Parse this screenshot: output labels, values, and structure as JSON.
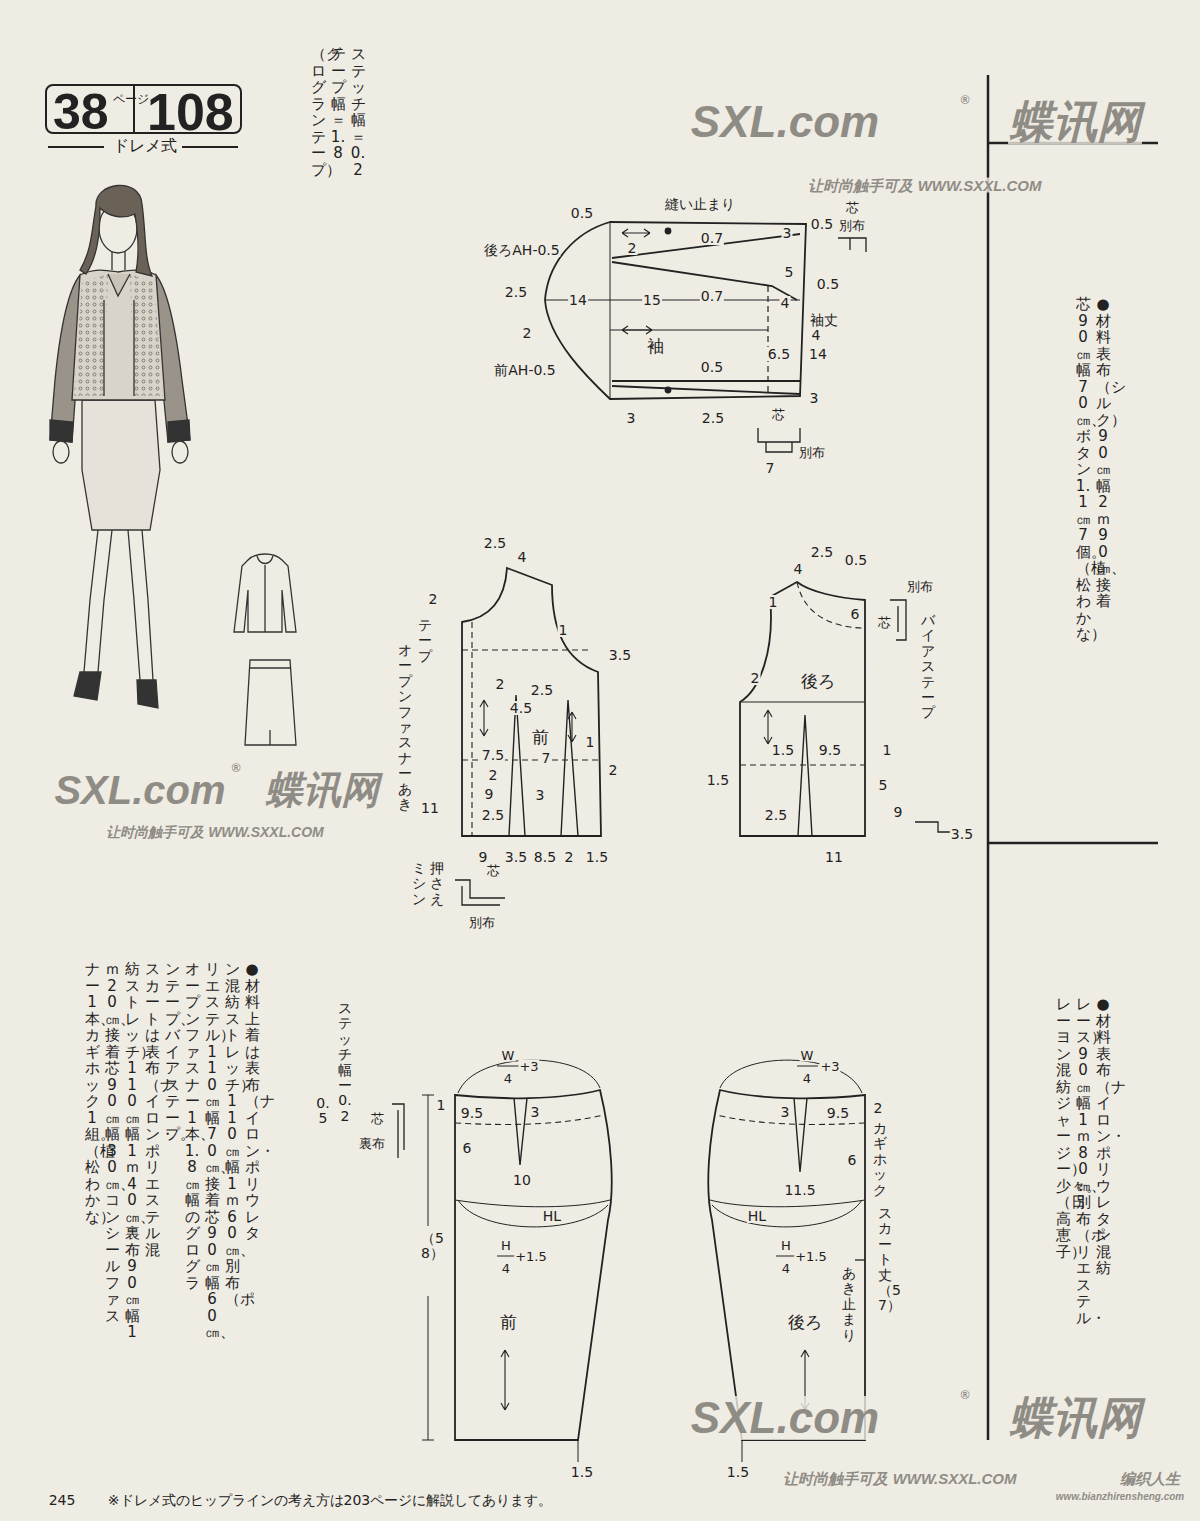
{
  "diagram": {
    "nodes": [
      {
        "text": [
          "38",
          "ページ",
          "108",
          "ドレメ式"
        ]
      }
    ],
    "labels": [
      "SXL.com",
      "蝶讯网",
      "®",
      "让时尚触手可及 WWW.SXXL.COM",
      "SXL.com",
      "蝶讯网",
      "®",
      "让时尚触手可及 WWW.SXXL.COM",
      "SXL.com",
      "蝶讯网",
      "®",
      "让时尚触手可及 WWW.SXXL.COM",
      "编织人生",
      "www.bianzhirensheng.com",
      "245",
      "※ドレメ式のヒップラインの考え方は203ページに解説してあります。",
      "ステッチ幅＝0.2",
      "テープ幅＝1.8",
      "（グログランテープ）",
      "0.5",
      "縫い止まり",
      "芯",
      "別布",
      "後ろAH-0.5",
      "2",
      "0.7",
      "3",
      "0.5",
      "2.5",
      "14",
      "15",
      "0.7",
      "5",
      "0.5",
      "4",
      "袖丈",
      "2",
      "袖",
      "4",
      "6.5",
      "14",
      "前AH-0.5",
      "0.5",
      "3",
      "3",
      "2.5",
      "芯",
      "別布",
      "7",
      "2.5",
      "4",
      "2",
      "テープ",
      "オープンファスナーあき",
      "1",
      "3.5",
      "2",
      "2.5",
      "4.5",
      "前",
      "7.5",
      "7",
      "1",
      "2",
      "2",
      "3",
      "9",
      "2.5",
      "11",
      "9",
      "3.5",
      "8.5",
      "2",
      "1.5",
      "芯",
      "押さえ",
      "ミシン",
      "別布",
      "2.5",
      "0.5",
      "4",
      "1",
      "6",
      "別布",
      "芯",
      "バイアステープ",
      "後ろ",
      "2",
      "1.5",
      "1.5",
      "9.5",
      "1",
      "5",
      "2.5",
      "9",
      "3.5",
      "11",
      "ステッチ幅ー0.2",
      "0.5",
      "芯",
      "裏布",
      "W",
      "4",
      "+3",
      "1",
      "9.5",
      "3",
      "6",
      "10",
      "HL",
      "H",
      "4",
      "+1.5",
      "（58）",
      "前",
      "1.5",
      "W",
      "4",
      "+3",
      "3",
      "9.5",
      "2",
      "6",
      "11.5",
      "HL",
      "H",
      "4",
      "+1.5",
      "カギホック",
      "スカート丈（57）",
      "あき止まり",
      "後ろ",
      "1.5",
      "●材料　表布（シルク）90㎝幅2ｍ90㎝、接着",
      "芯90㎝幅70㎝、ボタン1.1㎝7個。（植松わかな）",
      "●材料　表布（ナイロン・ポリウレタン混紡",
      "レース）90㎝幅1ｍ80㎝、別布（ポリエステル・",
      "レーヨン混紡ジャージー）少々。（日高恵子）",
      "●材料　上着は表布（ナイロン・ポリウレタ",
      "ン混紡ストレッチ）110㎝幅1ｍ60㎝、別布（ポ",
      "リエステル）110㎝幅70㎝、接着芯90㎝幅60㎝、",
      "オープンファスナー1本、1.8㎝幅のグログラ",
      "ンテープ、バイアステープ。",
      "スカートは表布（ナイロン・ポリエステル混",
      "紡ストレッチ）110㎝幅1ｍ40㎝、裏布90㎝幅1",
      "ｍ20㎝、接着芯90㎝幅30㎝、コンシールファス",
      "ナー1本、カギホック1組。（植松わかな）"
    ]
  }
}
